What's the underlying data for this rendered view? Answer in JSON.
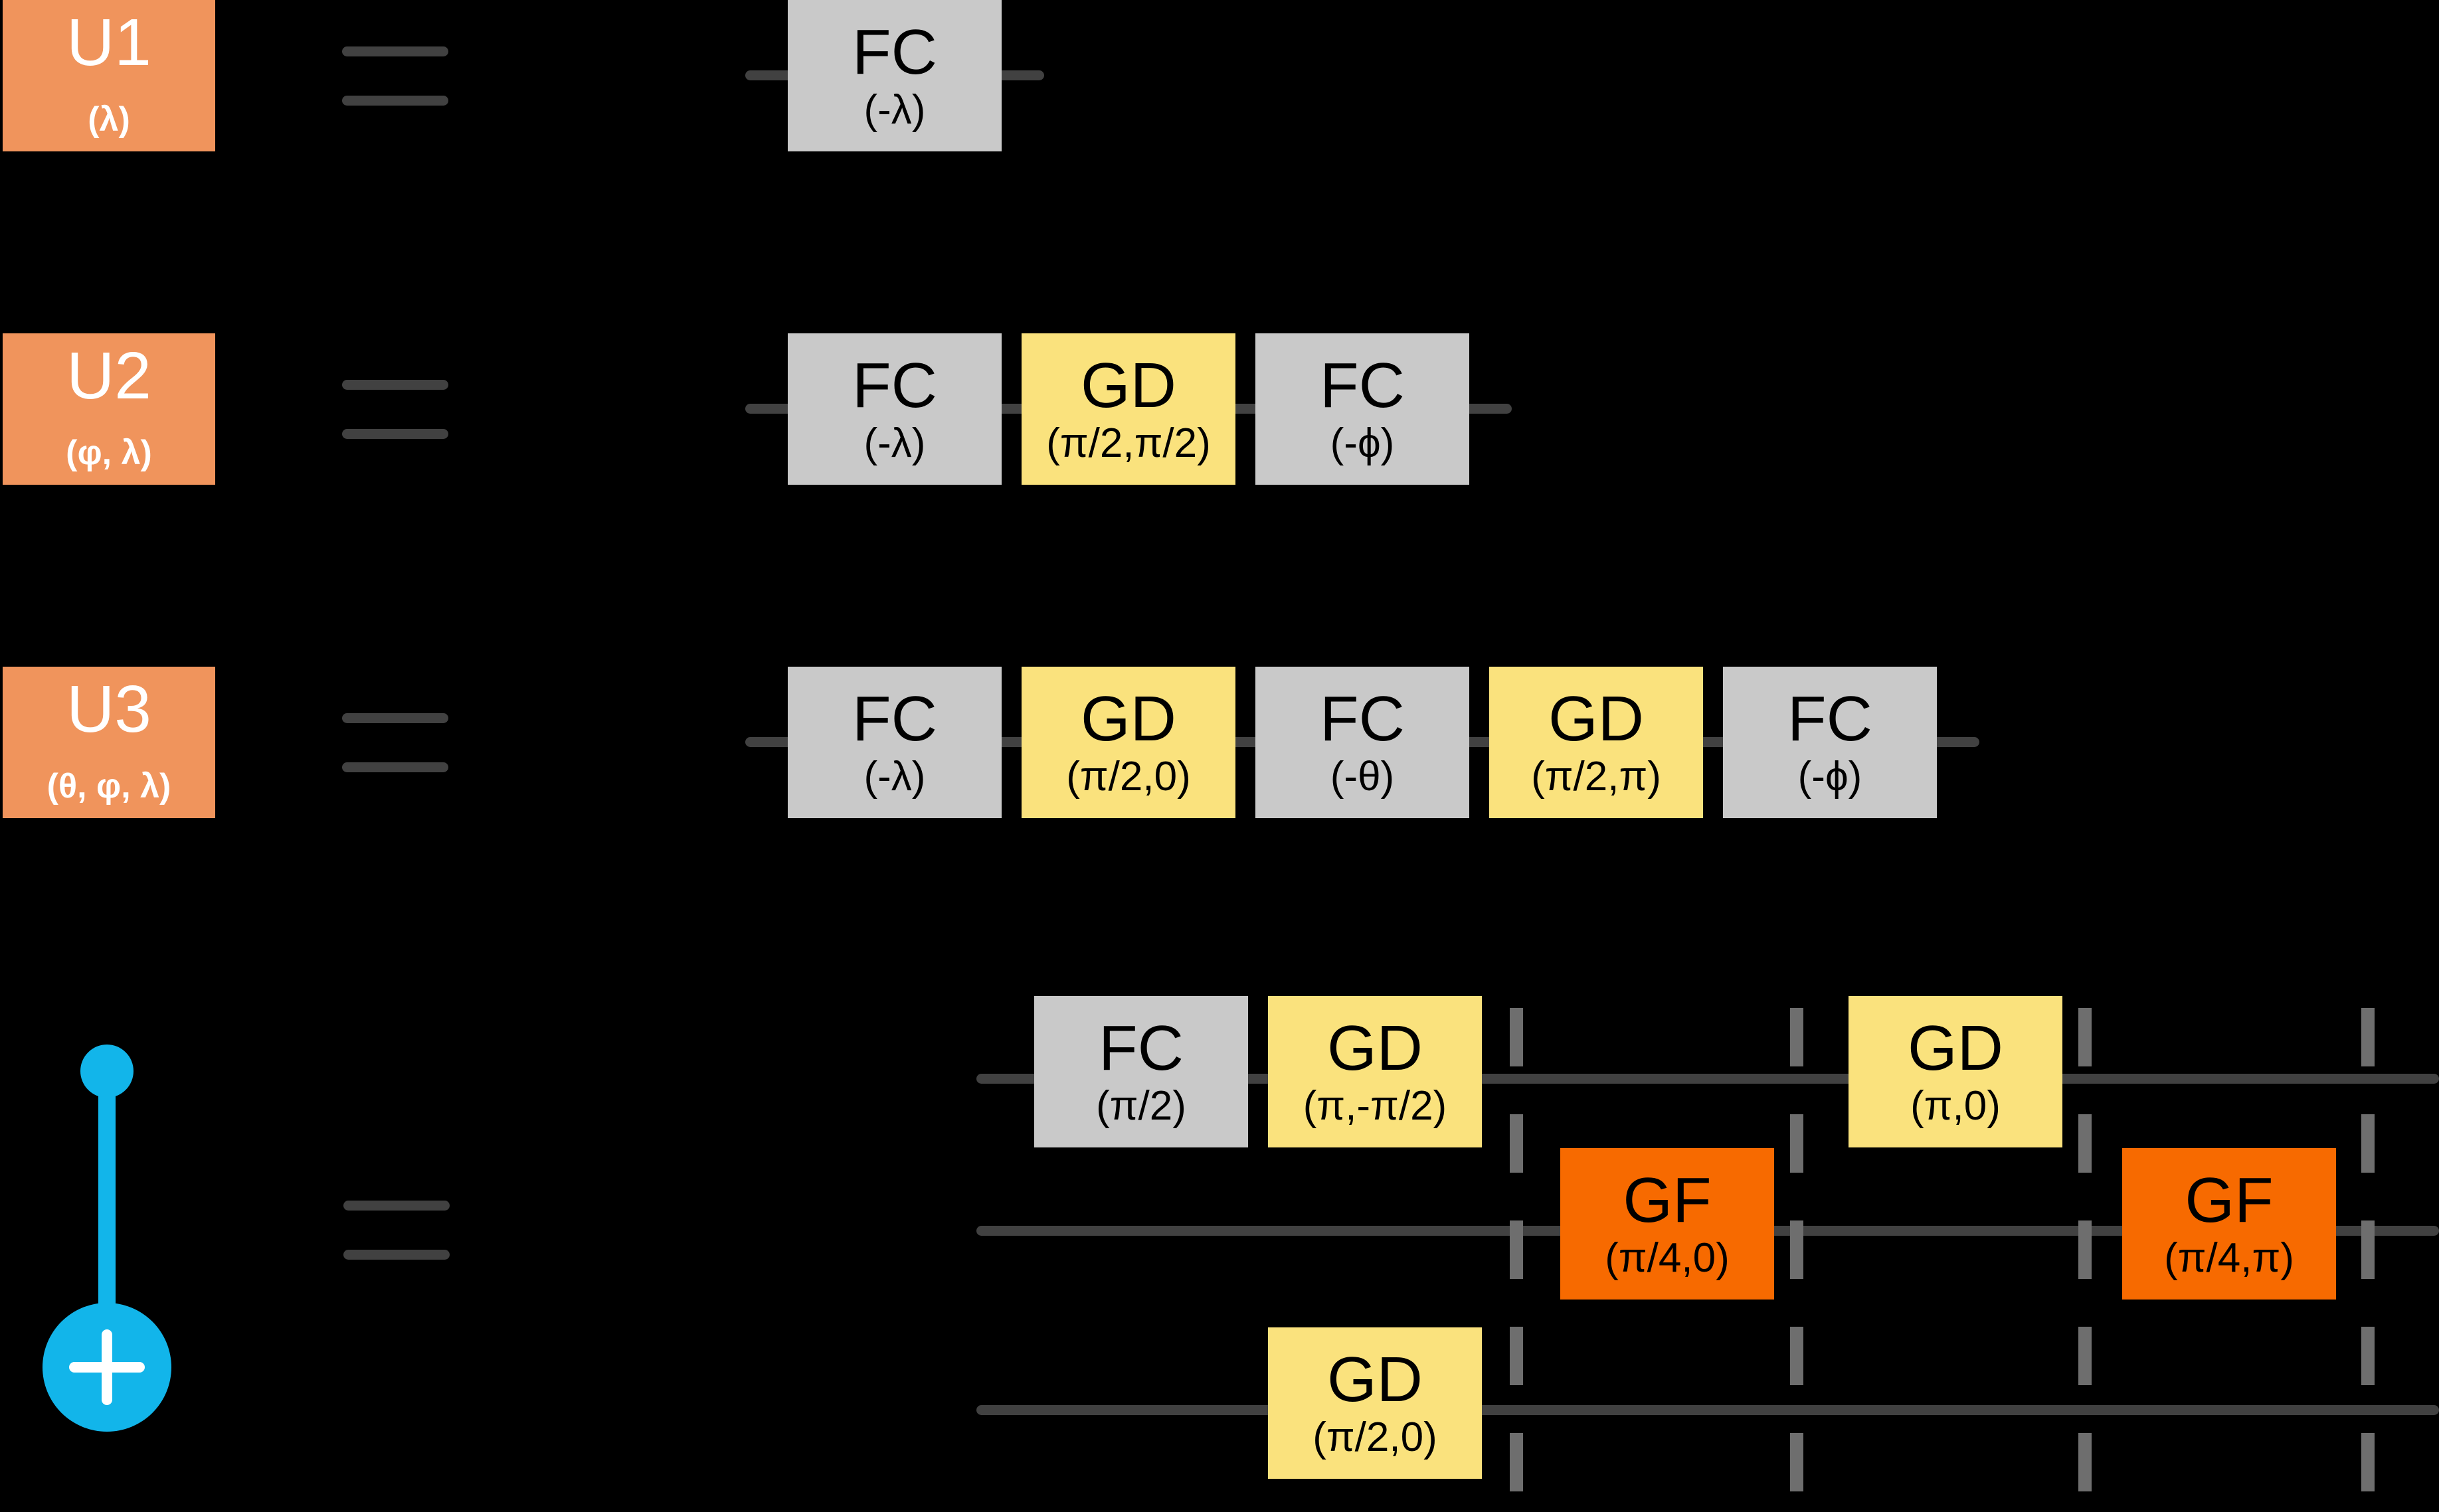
{
  "colors": {
    "background": "#000000",
    "u_box": "#F0945C",
    "fc_box": "#C9C9C9",
    "gd_box": "#FAE27D",
    "gf_box": "#F76A00",
    "wire": "#414141",
    "dash": "#6E6E6E",
    "cnot": "#12B5EA",
    "gate_text": "#000000",
    "u_text": "#FFFFFF"
  },
  "icons": {
    "equals": "double-bar-equals",
    "cnot_control": "filled-circle",
    "cnot_target": "circle-with-plus",
    "barrier": "vertical-dashed-line"
  },
  "identity_rows": [
    {
      "label": "U1",
      "params": "(λ)",
      "gates": [
        {
          "type": "FC",
          "name": "FC",
          "param": "(-λ)"
        }
      ]
    },
    {
      "label": "U2",
      "params": "(φ, λ)",
      "gates": [
        {
          "type": "FC",
          "name": "FC",
          "param": "(-λ)"
        },
        {
          "type": "GD",
          "name": "GD",
          "param": "(π/2,π/2)"
        },
        {
          "type": "FC",
          "name": "FC",
          "param": "(-ϕ)"
        }
      ]
    },
    {
      "label": "U3",
      "params": "(θ, φ, λ)",
      "gates": [
        {
          "type": "FC",
          "name": "FC",
          "param": "(-λ)"
        },
        {
          "type": "GD",
          "name": "GD",
          "param": "(π/2,0)"
        },
        {
          "type": "FC",
          "name": "FC",
          "param": "(-θ)"
        },
        {
          "type": "GD",
          "name": "GD",
          "param": "(π/2,π)"
        },
        {
          "type": "FC",
          "name": "FC",
          "param": "(-ϕ)"
        }
      ]
    }
  ],
  "cnot_block": {
    "wire1_gates": [
      {
        "type": "FC",
        "name": "FC",
        "param": "(π/2)"
      },
      {
        "type": "GD",
        "name": "GD",
        "param": "(π,-π/2)"
      },
      {
        "type": "GD",
        "name": "GD",
        "param": "(π,0)"
      }
    ],
    "wire2_gates": [
      {
        "type": "GF",
        "name": "GF",
        "param": "(π/4,0)"
      },
      {
        "type": "GF",
        "name": "GF",
        "param": "(π/4,π)"
      }
    ],
    "wire3_gates": [
      {
        "type": "GD",
        "name": "GD",
        "param": "(π/2,0)"
      }
    ]
  }
}
